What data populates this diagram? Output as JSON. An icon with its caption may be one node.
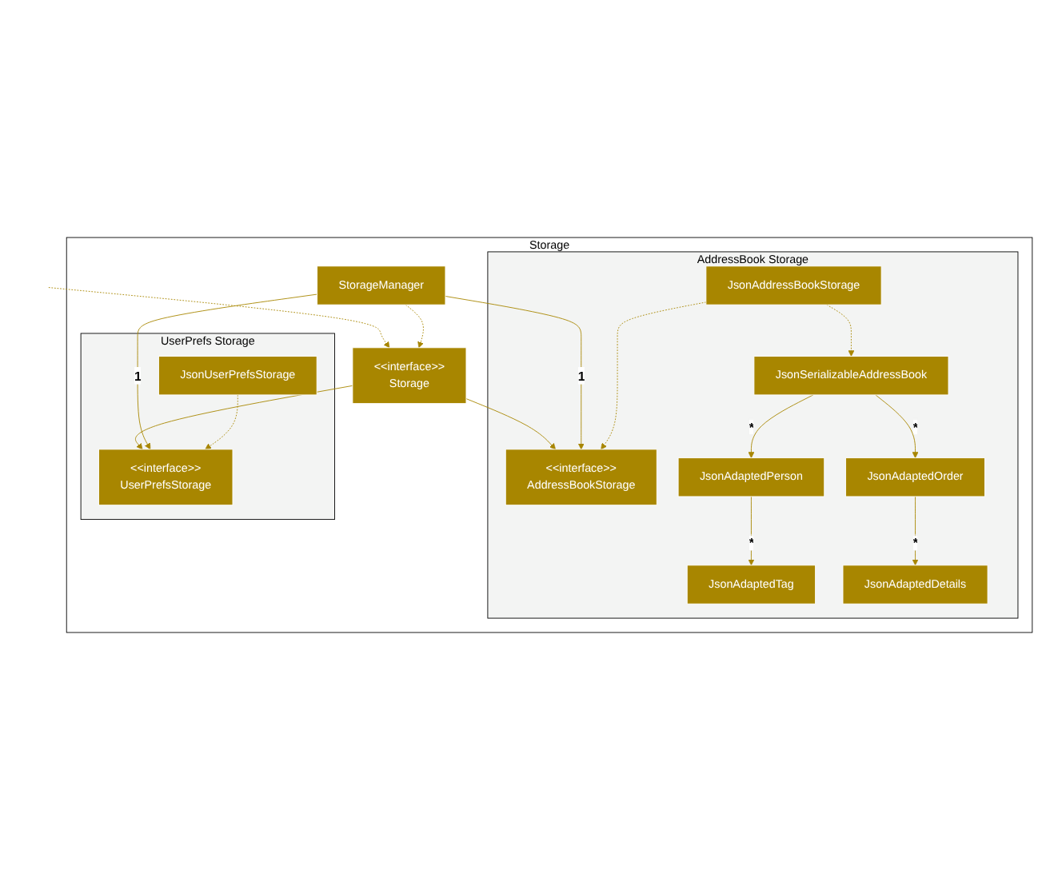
{
  "diagram": {
    "nodes": [
      {
        "text": [
          "Storage"
        ]
      },
      {
        "text": [
          "AddressBook Storage"
        ],
        "in": 0
      },
      {
        "text": [
          "UserPrefs Storage"
        ],
        "in": 0
      },
      {
        "text": [
          "<<interface>>",
          "AddressBookStorage"
        ],
        "in": 1
      },
      {
        "text": [
          "<<interface>>",
          "Storage"
        ],
        "in": 0
      },
      {
        "text": [
          "<<interface>>",
          "UserPrefsStorage"
        ],
        "in": 2
      },
      {
        "text": [
          "JsonAddressBookStorage"
        ],
        "in": 1
      },
      {
        "text": [
          "StorageManager"
        ],
        "in": 0
      },
      {
        "text": [
          "JsonUserPrefsStorage"
        ],
        "in": 2
      },
      {
        "text": [
          "JsonSerializableAddressBook"
        ],
        "in": 1
      },
      {
        "text": [
          "JsonAdaptedPerson"
        ],
        "in": 1
      },
      {
        "text": [
          "JsonAdaptedOrder"
        ],
        "in": 1
      },
      {
        "text": [
          "JsonAdaptedTag"
        ],
        "in": 1
      },
      {
        "text": [
          "JsonAdaptedDetails"
        ],
        "in": 1
      }
    ],
    "edges": [
      {
        "from": null,
        "to": 4,
        "arrow": "to",
        "style": "dashed"
      },
      {
        "from": 4,
        "to": 3,
        "arrow": "to"
      },
      {
        "from": 4,
        "to": 5,
        "arrow": "to"
      },
      {
        "from": 7,
        "to": 3,
        "arrow": "to",
        "label": "1"
      },
      {
        "from": 7,
        "to": 4,
        "arrow": "to",
        "style": "dashed"
      },
      {
        "from": 7,
        "to": 5,
        "arrow": "to",
        "label": "1"
      },
      {
        "from": 6,
        "to": 3,
        "arrow": "to",
        "style": "dashed"
      },
      {
        "from": 8,
        "to": 5,
        "arrow": "to",
        "style": "dashed"
      },
      {
        "from": 6,
        "to": 9,
        "arrow": "to",
        "style": "dashed"
      },
      {
        "from": 9,
        "to": 10,
        "arrow": "to",
        "label": "*"
      },
      {
        "from": 9,
        "to": 11,
        "arrow": "to",
        "label": "*"
      },
      {
        "from": 10,
        "to": 12,
        "arrow": "to",
        "label": "*"
      },
      {
        "from": 11,
        "to": 13,
        "arrow": "to",
        "label": "*"
      }
    ]
  }
}
